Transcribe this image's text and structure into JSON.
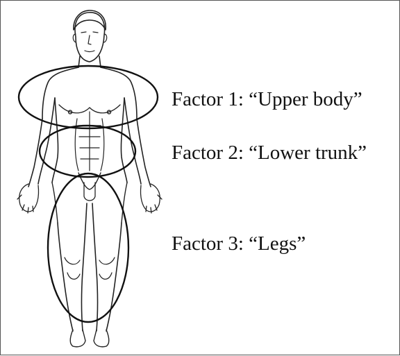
{
  "factors": [
    {
      "label": "Factor 1: “Upper body”"
    },
    {
      "label": "Factor 2: “Lower trunk”"
    },
    {
      "label": "Factor 3: “Legs”"
    }
  ],
  "colors": {
    "line": "#222222",
    "ellipse": "#111111",
    "background": "#ffffff"
  }
}
